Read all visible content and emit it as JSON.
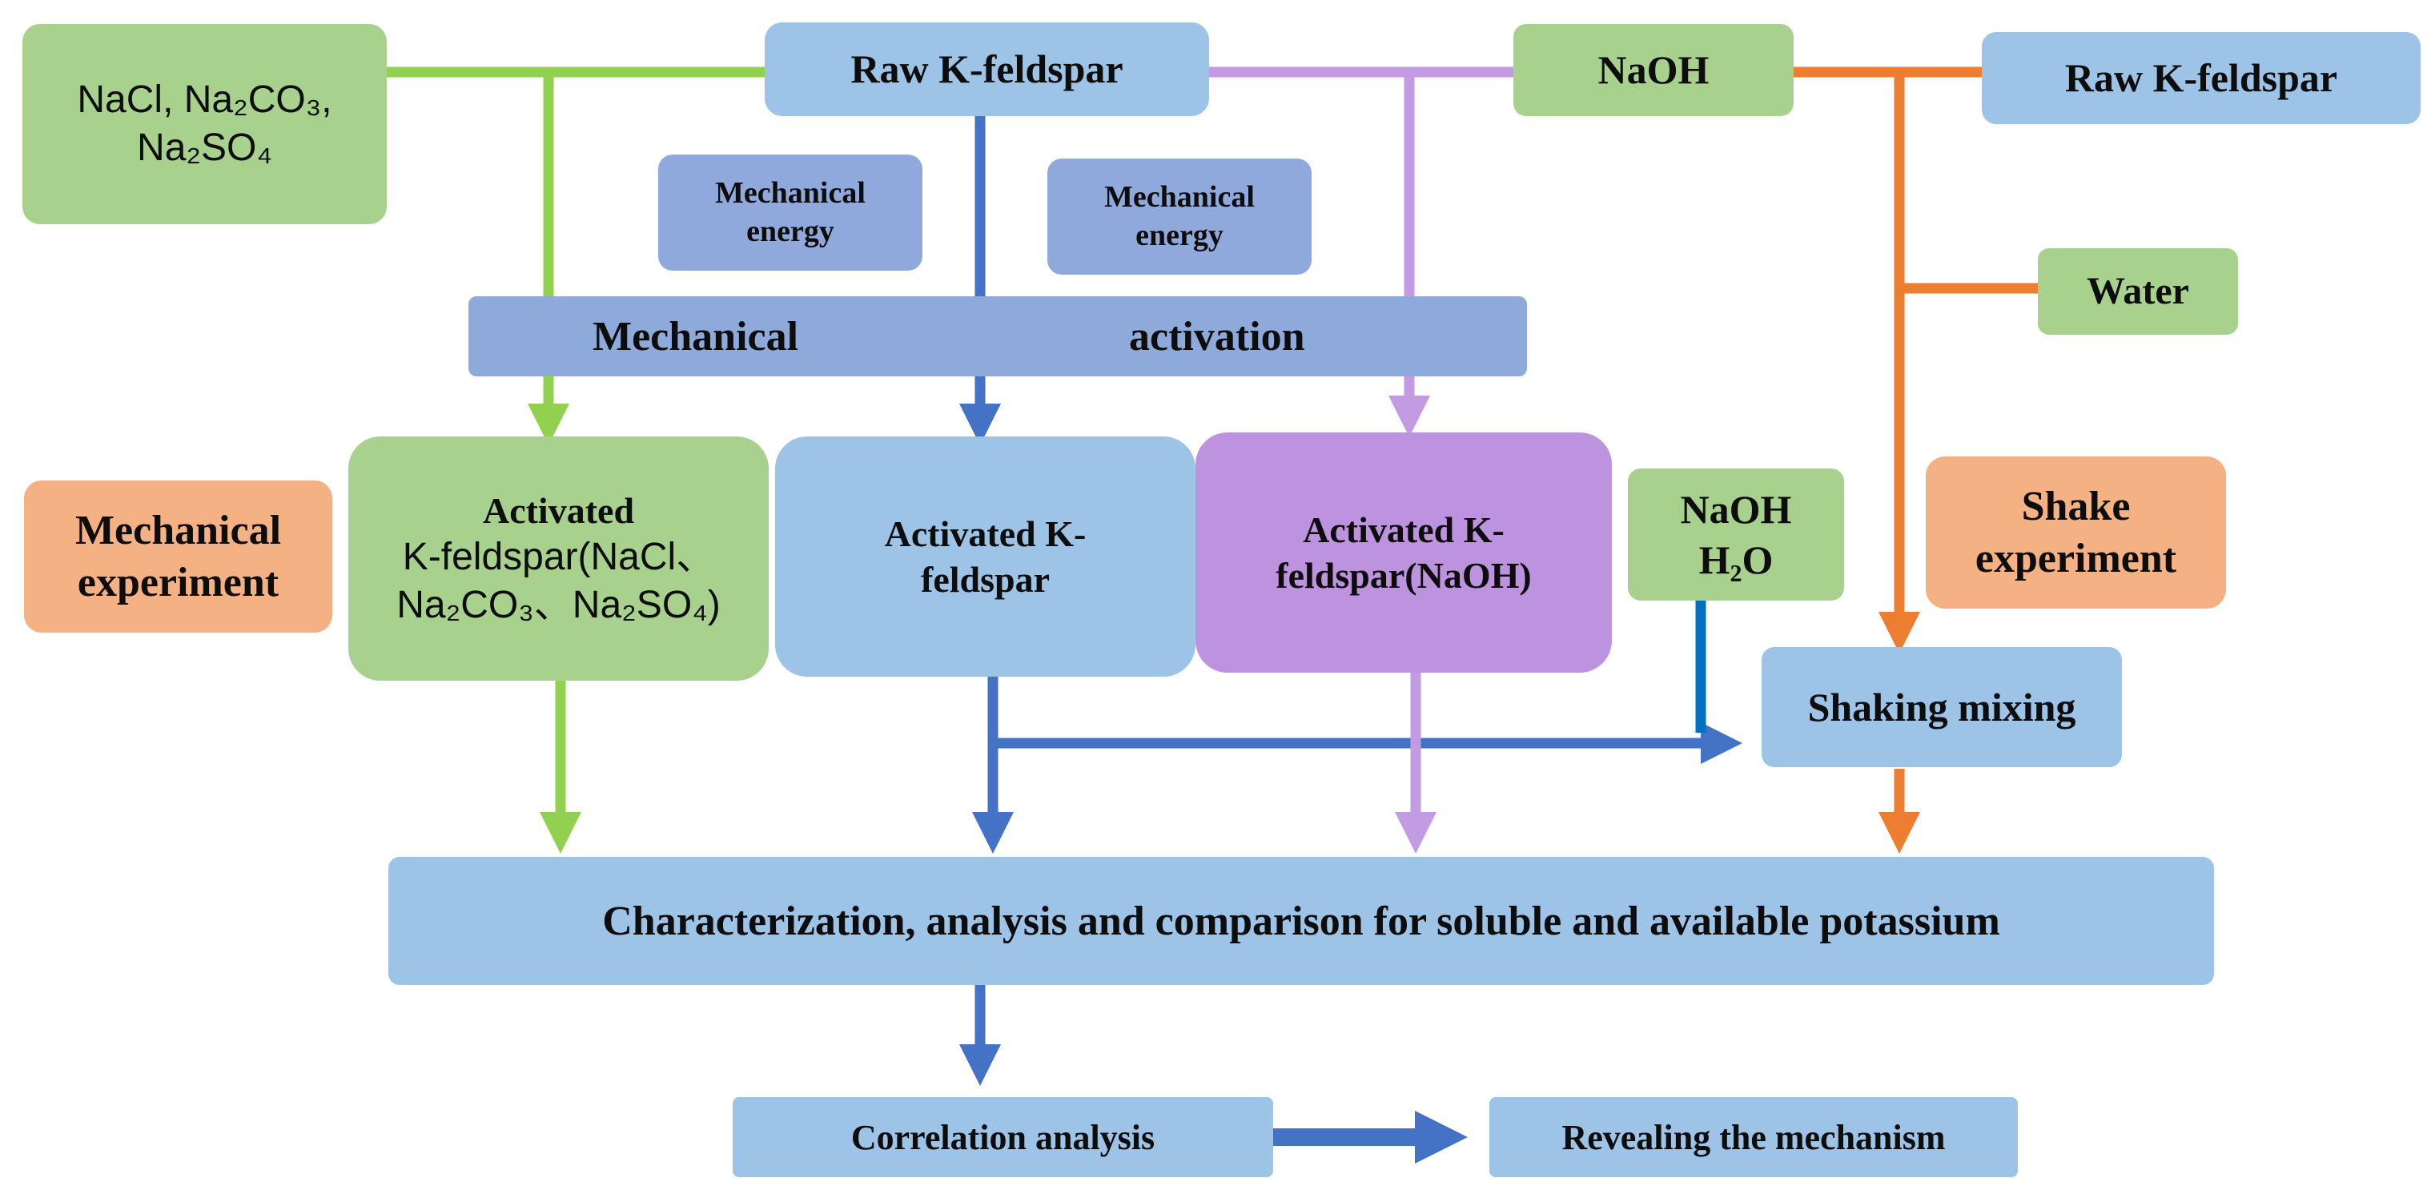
{
  "colors": {
    "green_arrow": "#92d050",
    "blue_arrow": "#4472c4",
    "purple_arrow": "#c39be3",
    "orange_arrow": "#ed7d31",
    "box_blue": "#9dc3e6",
    "box_green": "#a9d18e",
    "box_purple": "#bd93e0",
    "box_orange": "#f4b183"
  },
  "inputs": {
    "salts_line1": "NaCl, Na₂CO₃,",
    "salts_line2": "Na₂SO₄",
    "raw_feldspar": "Raw K-feldspar",
    "naoh": "NaOH",
    "raw_feldspar_2": "Raw K-feldspar",
    "water": "Water"
  },
  "energy": {
    "left_line1": "Mechanical",
    "left_line2": "energy",
    "right_line1": "Mechanical",
    "right_line2": "energy"
  },
  "activation": {
    "word1": "Mechanical",
    "word2": "activation"
  },
  "experiments": {
    "mechanical_line1": "Mechanical",
    "mechanical_line2": "experiment",
    "shake_line1": "Shake",
    "shake_line2": "experiment"
  },
  "activated": {
    "salts_line1": "Activated",
    "salts_line2": "K-feldspar(NaCl、",
    "salts_line3": "Na₂CO₃、Na₂SO₄)",
    "plain_line1": "Activated K-",
    "plain_line2": "feldspar",
    "naoh_line1": "Activated K-",
    "naoh_line2": "feldspar(NaOH)"
  },
  "reagent": {
    "line1": "NaOH",
    "line2": "H₂O"
  },
  "shaking_mixing": "Shaking mixing",
  "characterization": "Characterization, analysis and comparison for soluble and available potassium",
  "correlation": "Correlation analysis",
  "mechanism": "Revealing the mechanism"
}
